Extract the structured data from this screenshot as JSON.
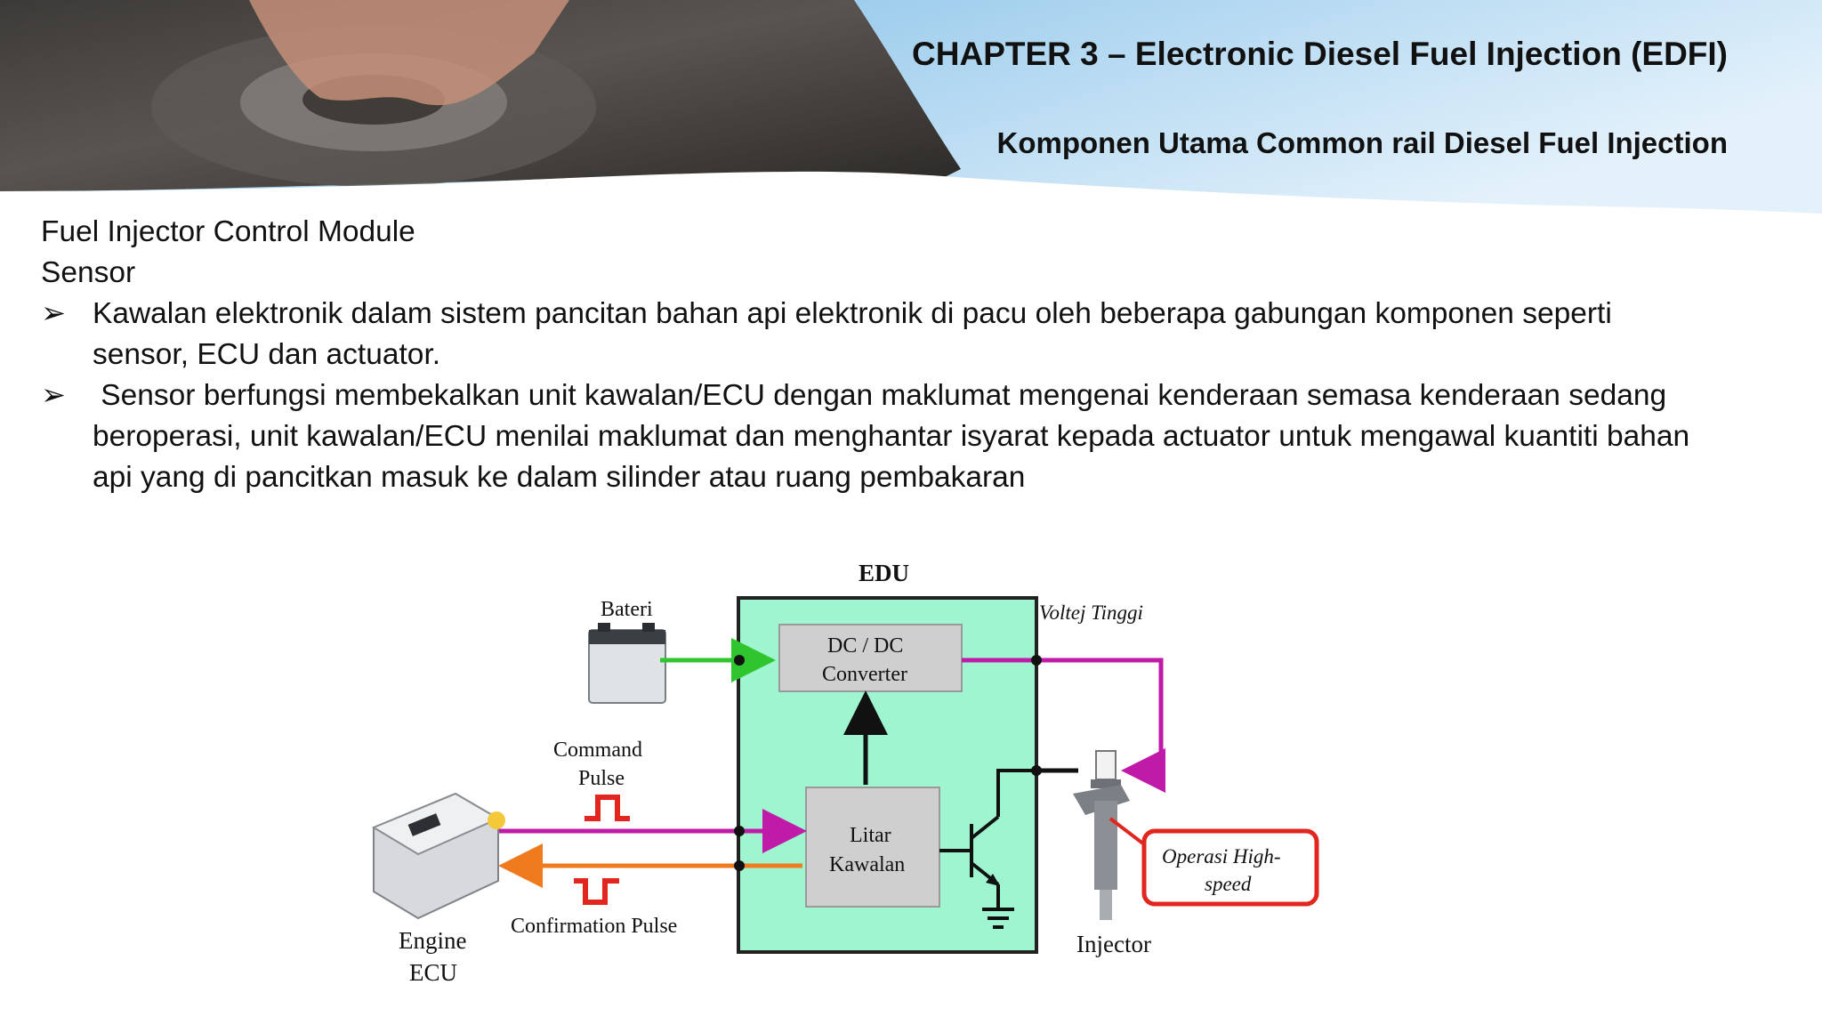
{
  "header": {
    "chapter_title": "CHAPTER 3 – Electronic Diesel Fuel Injection (EDFI)",
    "subtitle": "Komponen Utama Common rail Diesel Fuel Injection"
  },
  "body": {
    "line1": "Fuel Injector Control Module",
    "line2": "Sensor",
    "bullet_marker": "➢",
    "bullet1_line1": "Kawalan elektronik dalam sistem pancitan bahan api elektronik di pacu oleh beberapa gabungan komponen seperti",
    "bullet1_line2": "sensor, ECU dan actuator.",
    "bullet2_line1": " Sensor berfungsi membekalkan unit kawalan/ECU dengan maklumat mengenai kenderaan semasa kenderaan sedang",
    "bullet2_line2": "beroperasi, unit kawalan/ECU menilai maklumat dan menghantar isyarat kepada actuator untuk mengawal kuantiti bahan",
    "bullet2_line3": "api yang di pancitkan masuk ke dalam silinder atau ruang pembakaran"
  },
  "diagram": {
    "edu_label": "EDU",
    "battery_label": "Bateri",
    "voltage_label": "Voltej Tinggi",
    "dcdc_line1": "DC / DC",
    "dcdc_line2": "Converter",
    "command_line1": "Command",
    "command_line2": "Pulse",
    "control_line1": "Litar",
    "control_line2": "Kawalan",
    "confirmation_label": "Confirmation Pulse",
    "ecu_line1": "Engine",
    "ecu_line2": "ECU",
    "injector_label": "Injector",
    "highspeed_line1": "Operasi High-",
    "highspeed_line2": "speed",
    "colors": {
      "edu_fill": "#9ff5cf",
      "green_line": "#2ec52e",
      "magenta_line": "#c01aa8",
      "orange_line": "#f07a1e",
      "pulse_red": "#e0261e",
      "callout_red": "#e0261e"
    }
  }
}
